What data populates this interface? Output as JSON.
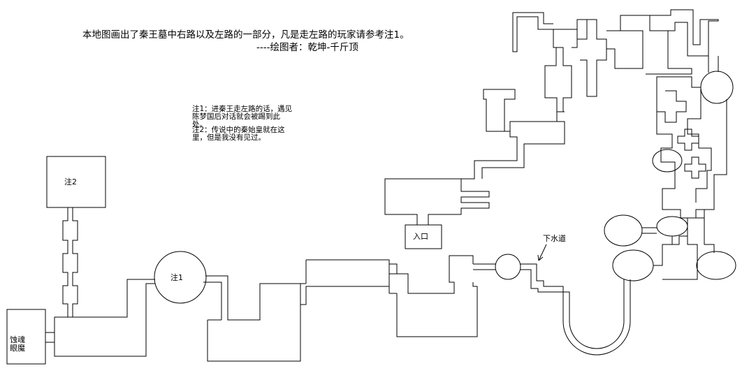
{
  "header": {
    "title": "本地图画出了秦王墓中右路以及左路的一部分，凡是走左路的玩家请参考注1。",
    "subtitle": "----绘图者：乾坤-千斤顶"
  },
  "notes": {
    "note1": "注1：进秦王走左路的话，遇见陈梦国后对话就会被踢到此处。",
    "note2": "注2：传说中的秦始皇就在这里，但是我没有见过。"
  },
  "labels": {
    "note2_room": "注2",
    "note1_room": "注1",
    "demon_room": "蚀魂眼魔",
    "entrance": "入口",
    "sewer": "下水道"
  }
}
